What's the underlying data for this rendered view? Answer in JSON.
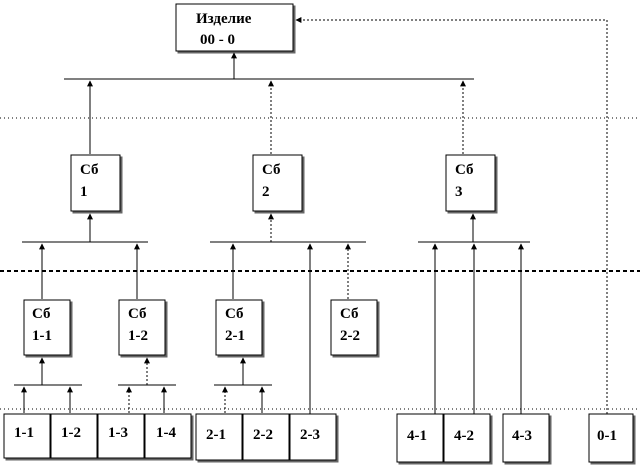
{
  "product": {
    "line1": "Изделие",
    "line2": "00 - 0"
  },
  "assemblies": [
    {
      "line1": "Сб",
      "line2": "1"
    },
    {
      "line1": "Сб",
      "line2": "2"
    },
    {
      "line1": "Сб",
      "line2": "3"
    }
  ],
  "subassemblies": [
    {
      "line1": "Сб",
      "line2": "1-1"
    },
    {
      "line1": "Сб",
      "line2": "1-2"
    },
    {
      "line1": "Сб",
      "line2": "2-1"
    },
    {
      "line1": "Сб",
      "line2": "2-2"
    }
  ],
  "parts": [
    "1-1",
    "1-2",
    "1-3",
    "1-4",
    "2-1",
    "2-2",
    "2-3",
    "4-1",
    "4-2",
    "4-3",
    "0-1"
  ]
}
